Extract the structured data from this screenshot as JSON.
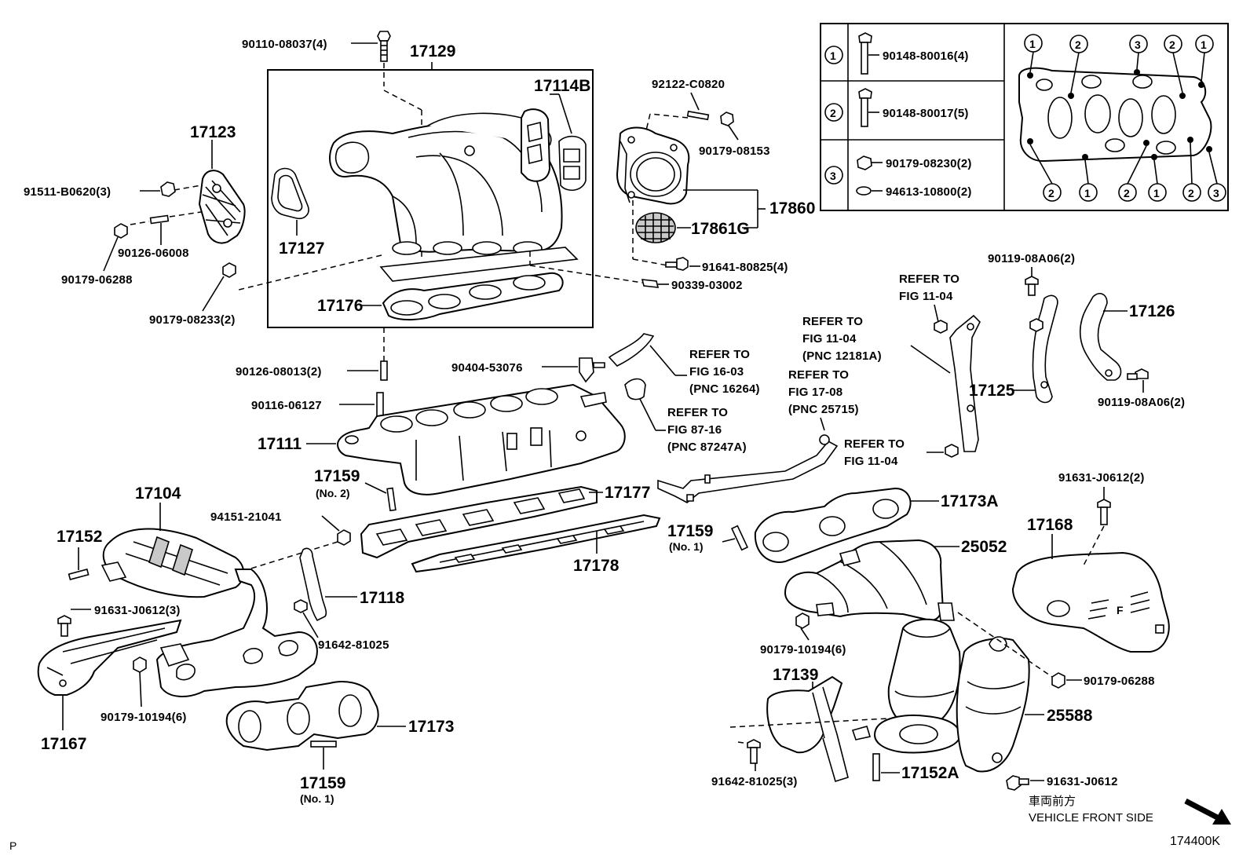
{
  "parts": {
    "p17129": "17129",
    "p17114B": "17114B",
    "p17123": "17123",
    "p17127": "17127",
    "p17176": "17176",
    "p17860": "17860",
    "p17861G": "17861G",
    "p17111": "17111",
    "p17177": "17177",
    "p17178": "17178",
    "p17104": "17104",
    "p17152": "17152",
    "p17118": "17118",
    "p17167": "17167",
    "p17173": "17173",
    "p17159_lower": "17159",
    "p17159_lower_sub": "(No. 1)",
    "p17159_mid": "17159",
    "p17159_mid_sub": "(No. 2)",
    "p17159_right": "17159",
    "p17159_right_sub": "(No. 1)",
    "p17126": "17126",
    "p17125": "17125",
    "p17173A": "17173A",
    "p25052": "25052",
    "p17168": "17168",
    "p17139": "17139",
    "p25588": "25588",
    "p17152A": "17152A"
  },
  "fasteners": {
    "f90110": "90110-08037(4)",
    "f91511": "91511-B0620(3)",
    "f90126_06008": "90126-06008",
    "f90179_06288_left": "90179-06288",
    "f90179_08233": "90179-08233(2)",
    "f92122": "92122-C0820",
    "f90179_08153": "90179-08153",
    "f91641": "91641-80825(4)",
    "f90339": "90339-03002",
    "f90126_08013": "90126-08013(2)",
    "f90116": "90116-06127",
    "f90404": "90404-53076",
    "f94151": "94151-21041",
    "f91631_left": "91631-J0612(3)",
    "f91642_left": "91642-81025",
    "f90179_10194_left": "90179-10194(6)",
    "f90119_top": "90119-08A06(2)",
    "f90119_bottom": "90119-08A06(2)",
    "f91631_right": "91631-J0612(2)",
    "f90179_10194_right": "90179-10194(6)",
    "f90179_06288_right": "90179-06288",
    "f91642_right": "91642-81025(3)",
    "f91631_bottom": "91631-J0612"
  },
  "references": {
    "r_fig16_03": [
      "REFER TO",
      "FIG 16-03",
      "(PNC 16264)"
    ],
    "r_fig87_16": [
      "REFER TO",
      "FIG 87-16",
      "(PNC 87247A)"
    ],
    "r_fig17_08": [
      "REFER TO",
      "FIG 17-08",
      "(PNC 25715)"
    ],
    "r_fig11_04_a": [
      "REFER TO",
      "FIG 11-04"
    ],
    "r_fig11_04_b": [
      "REFER TO",
      "FIG 11-04",
      "(PNC 12181A)"
    ],
    "r_fig11_04_c": [
      "REFER TO",
      "FIG 11-04"
    ]
  },
  "legend": {
    "rows": [
      {
        "num": "1",
        "part": "90148-80016(4)"
      },
      {
        "num": "2",
        "part": "90148-80017(5)"
      },
      {
        "num": "3",
        "part_a": "90179-08230(2)",
        "part_b": "94613-10800(2)"
      }
    ],
    "top_markers": [
      "1",
      "2",
      "3",
      "2",
      "1"
    ],
    "bottom_markers": [
      "2",
      "1",
      "2",
      "1",
      "2",
      "3"
    ]
  },
  "footer": {
    "front_jp": "車両前方",
    "front_en": "VEHICLE FRONT SIDE",
    "code": "174400K",
    "corner": "P"
  }
}
